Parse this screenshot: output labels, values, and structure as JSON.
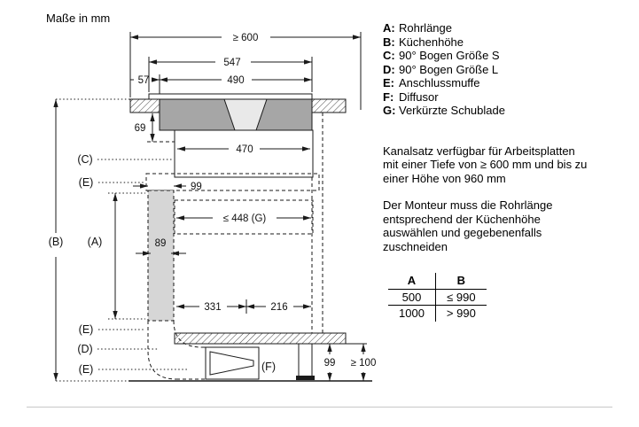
{
  "meta": {
    "units_label": "Maße in mm"
  },
  "legend": {
    "items": [
      {
        "key": "A:",
        "label": "Rohrlänge"
      },
      {
        "key": "B:",
        "label": "Küchenhöhe"
      },
      {
        "key": "C:",
        "label": "90° Bogen Größe S"
      },
      {
        "key": "D:",
        "label": "90° Bogen Größe L"
      },
      {
        "key": "E:",
        "label": "Anschlussmuffe"
      },
      {
        "key": "F:",
        "label": "Diffusor"
      },
      {
        "key": "G:",
        "label": "Verkürzte Schublade"
      }
    ]
  },
  "notes": {
    "availability": "Kanalsatz verfügbar für Arbeitsplatten mit einer Tiefe von ≥ 600 mm und bis zu einer Höhe von 960 mm",
    "installer": "Der Monteur muss die Rohrlänge entsprechend der Küchenhöhe auswählen und gegebenenfalls zuschneiden"
  },
  "table": {
    "headers": [
      "A",
      "B"
    ],
    "rows": [
      [
        "500",
        "≤ 990"
      ],
      [
        "1000",
        "> 990"
      ]
    ]
  },
  "dims": {
    "top_width": "≥ 600",
    "hob_width": "547",
    "front_offset": "57",
    "cutout_width": "490",
    "hob_depth": "69",
    "body_width": "470",
    "duct_outer": "99",
    "drawer_depth": "≤ 448 (G)",
    "duct_inner": "89",
    "run_left": "331",
    "run_right": "216",
    "duct_height": "99",
    "plinth_height": "≥ 100"
  },
  "callouts": {
    "a": "(A)",
    "b": "(B)",
    "c": "(C)",
    "d": "(D)",
    "e1": "(E)",
    "e2": "(E)",
    "e3": "(E)",
    "f": "(F)"
  }
}
